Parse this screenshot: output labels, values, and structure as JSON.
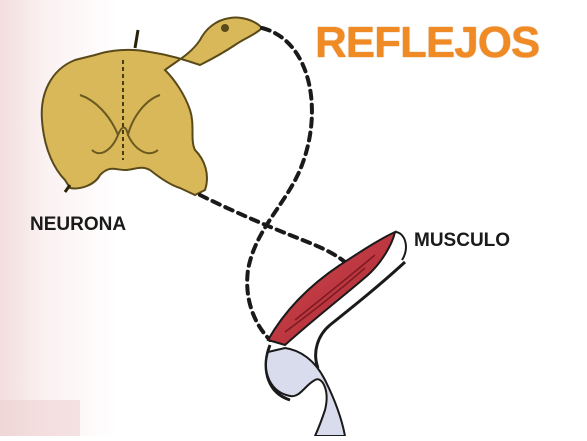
{
  "title": "REFLEJOS",
  "labels": {
    "neurona": "NEURONA",
    "musculo": "MUSCULO"
  },
  "colors": {
    "title": "#f08a24",
    "spinal_cord": "#d9b85a",
    "muscle": "#c0353f",
    "bone": "#d9dcec",
    "background_tint": "#f7e6e6"
  }
}
